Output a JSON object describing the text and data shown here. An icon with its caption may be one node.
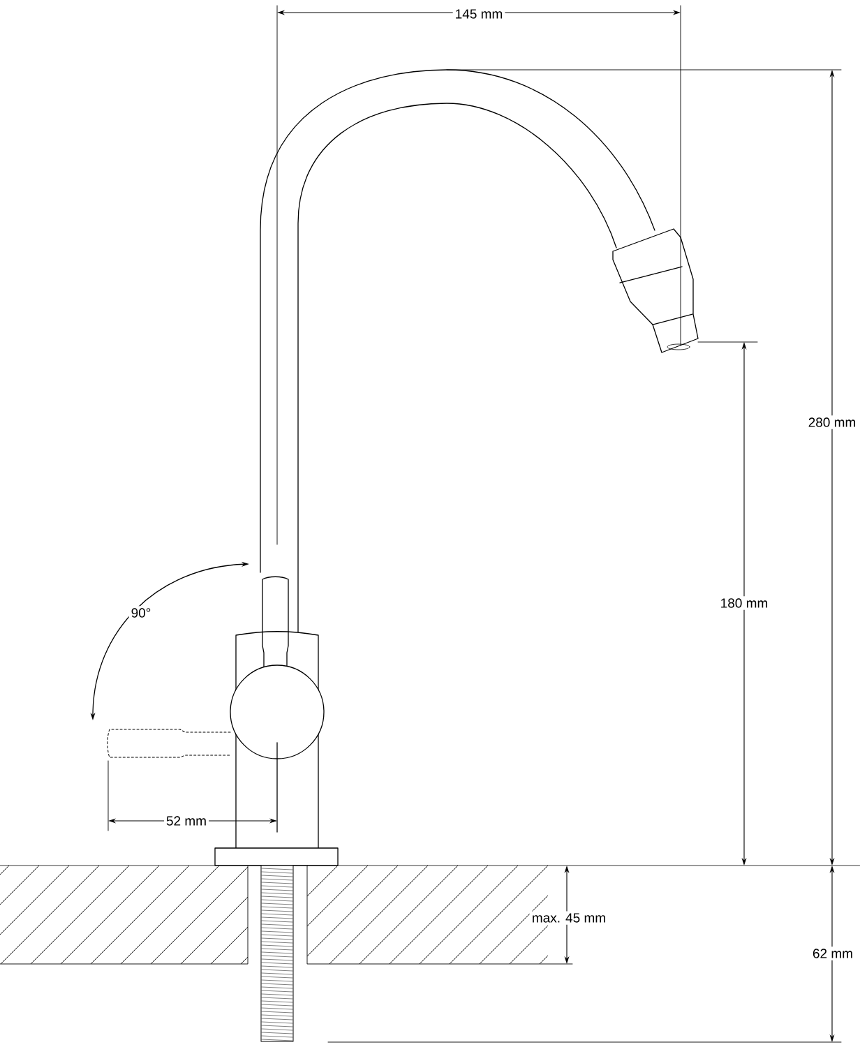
{
  "diagram": {
    "labels": [
      "145 mm",
      "280 mm",
      "180 mm",
      "90°",
      "52 mm",
      "max. 45 mm",
      "62 mm"
    ]
  }
}
